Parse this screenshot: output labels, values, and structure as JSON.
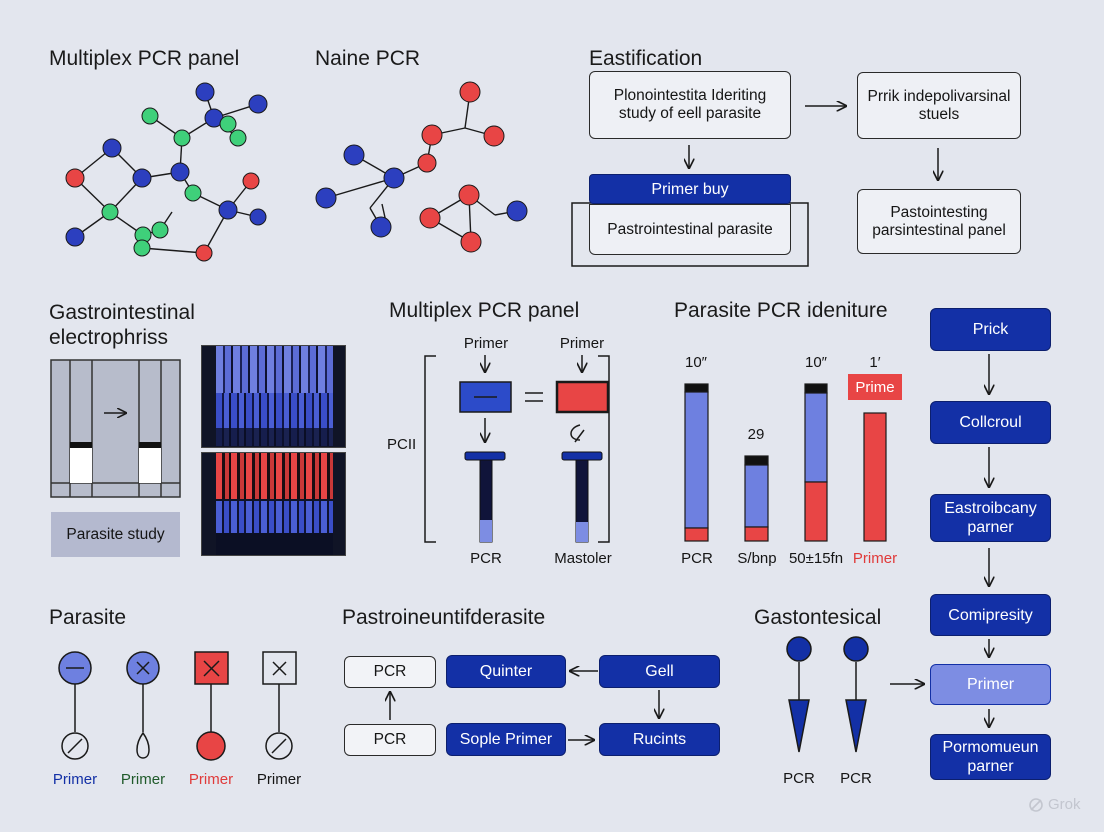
{
  "colors": {
    "background": "#e3e6ee",
    "navy": "#1330a6",
    "periwinkle": "#7d8de3",
    "node_blue": "#2c3fbf",
    "node_green": "#3fd07a",
    "node_red": "#e84545",
    "text_red": "#e03a3a"
  },
  "panel1": {
    "title": "Multiplex PCR panel"
  },
  "panel2": {
    "title": "Naine PCR"
  },
  "panel3": {
    "title": "Eastification",
    "box1": "Plonointestita Ideriting study of eell parasite",
    "box2": "Prrik indepolivarsinal stuels",
    "primer_bar": "Primer buy",
    "box3": "Pastrointestinal parasite",
    "box4": "Pastointesting parsintestinal panel"
  },
  "electro": {
    "title_line1": "Gastrointestinal",
    "title_line2": "electrophriss",
    "study_box": "Parasite study"
  },
  "multiplex2": {
    "title": "Multiplex PCR panel",
    "primer_left": "Primer",
    "primer_right": "Primer",
    "side_label": "PCII",
    "bottom_left": "PCR",
    "bottom_right": "Mastoler"
  },
  "parasite_pcr": {
    "title": "Parasite PCR ideniture",
    "highlight_label": "Prime",
    "bar_top_labels": [
      "10″",
      "29",
      "10″",
      "1′"
    ],
    "bar_bottom_labels": [
      "PCR",
      "S/bnp",
      "50±15fn",
      "Primer"
    ]
  },
  "right_flow": {
    "steps": [
      "Prick",
      "Collcroul",
      "Eastroibcany parner",
      "Comipresity",
      "Primer",
      "Pormomueun parner"
    ]
  },
  "parasite": {
    "title": "Parasite",
    "labels": [
      "Primer",
      "Primer",
      "Primer",
      "Primer"
    ]
  },
  "pastro": {
    "title": "Pastroineuntifderasite",
    "pcr_top": "PCR",
    "quinter": "Quinter",
    "gell": "Gell",
    "pcr_bottom": "PCR",
    "sople": "Sople Primer",
    "rucints": "Rucints"
  },
  "gasto": {
    "title": "Gastontesical",
    "labels": [
      "PCR",
      "PCR"
    ]
  },
  "watermark": "Grok"
}
